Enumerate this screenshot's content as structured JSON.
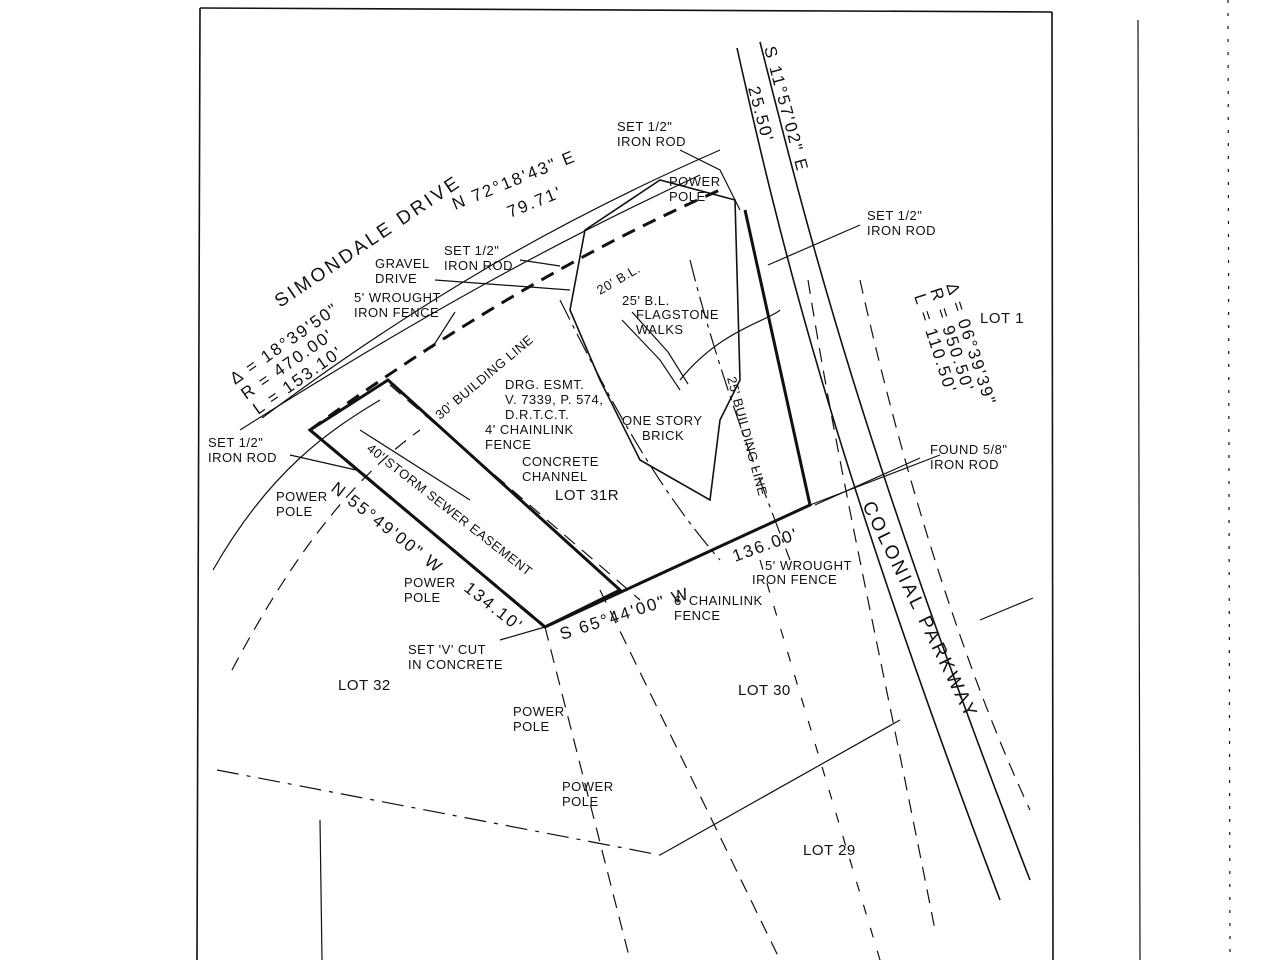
{
  "streets": {
    "simondale": "SIMONDALE DRIVE",
    "colonial": "COLONIAL PARKWAY"
  },
  "bearings": {
    "north_line": "N 72°18'43\" E",
    "north_dist": "79.71'",
    "east_bearing": "S 11°57'02\" E",
    "east_dist": "25.50'",
    "south_line": "S 65°44'00\" W",
    "south_dist": "136.00'",
    "west_line": "N 55°49'00\" W",
    "west_dist": "134.10'"
  },
  "curves": {
    "west_delta": "Δ = 18°39'50\"",
    "west_radius": "R = 470.00'",
    "west_length": "L = 153.10'",
    "east_delta": "Δ = 06°39'39\"",
    "east_radius": "R = 950.50'",
    "east_length": "L = 110.50'"
  },
  "notes": {
    "set_rod_top_1": "SET 1/2\"",
    "set_rod_top_2": "IRON ROD",
    "power_pole_top_1": "POWER",
    "power_pole_top_2": "POLE",
    "set_rod_right_1": "SET 1/2\"",
    "set_rod_right_2": "IRON ROD",
    "set_rod_mid_1": "SET 1/2\"",
    "set_rod_mid_2": "IRON ROD",
    "gravel_1": "GRAVEL",
    "gravel_2": "DRIVE",
    "wrought_1": "5' WROUGHT",
    "wrought_2": "IRON FENCE",
    "bl20": "20' B.L.",
    "bl25": "25' B.L.",
    "flag_1": "FLAGSTONE",
    "flag_2": "WALKS",
    "bl30": "30' BUILDING LINE",
    "bl25_long": "25' BUILDING LINE",
    "drg_1": "DRG. ESMT.",
    "drg_2": "V. 7339, P. 574,",
    "drg_3": "D.R.T.C.T.",
    "chain4_1": "4' CHAINLINK",
    "chain4_2": "FENCE",
    "house_1": "ONE STORY",
    "house_2": "BRICK",
    "set_rod_left_1": "SET 1/2\"",
    "set_rod_left_2": "IRON ROD",
    "power_pole_left_1": "POWER",
    "power_pole_left_2": "POLE",
    "conc_1": "CONCRETE",
    "conc_2": "CHANNEL",
    "storm": "40' STORM SEWER EASEMENT",
    "found_1": "FOUND 5/8\"",
    "found_2": "IRON ROD",
    "wrought_s_1": "5' WROUGHT",
    "wrought_s_2": "IRON FENCE",
    "power_pole_mid_1": "POWER",
    "power_pole_mid_2": "POLE",
    "chain6_1": "6' CHAINLINK",
    "chain6_2": "FENCE",
    "vcut_1": "SET 'V' CUT",
    "vcut_2": "IN CONCRETE",
    "power_pole_low_1": "POWER",
    "power_pole_low_2": "POLE",
    "power_pole_bot_1": "POWER",
    "power_pole_bot_2": "POLE"
  },
  "lots": {
    "lot1": "LOT 1",
    "lot31r": "LOT 31R",
    "lot32": "LOT 32",
    "lot30": "LOT 30",
    "lot29": "LOT 29"
  }
}
